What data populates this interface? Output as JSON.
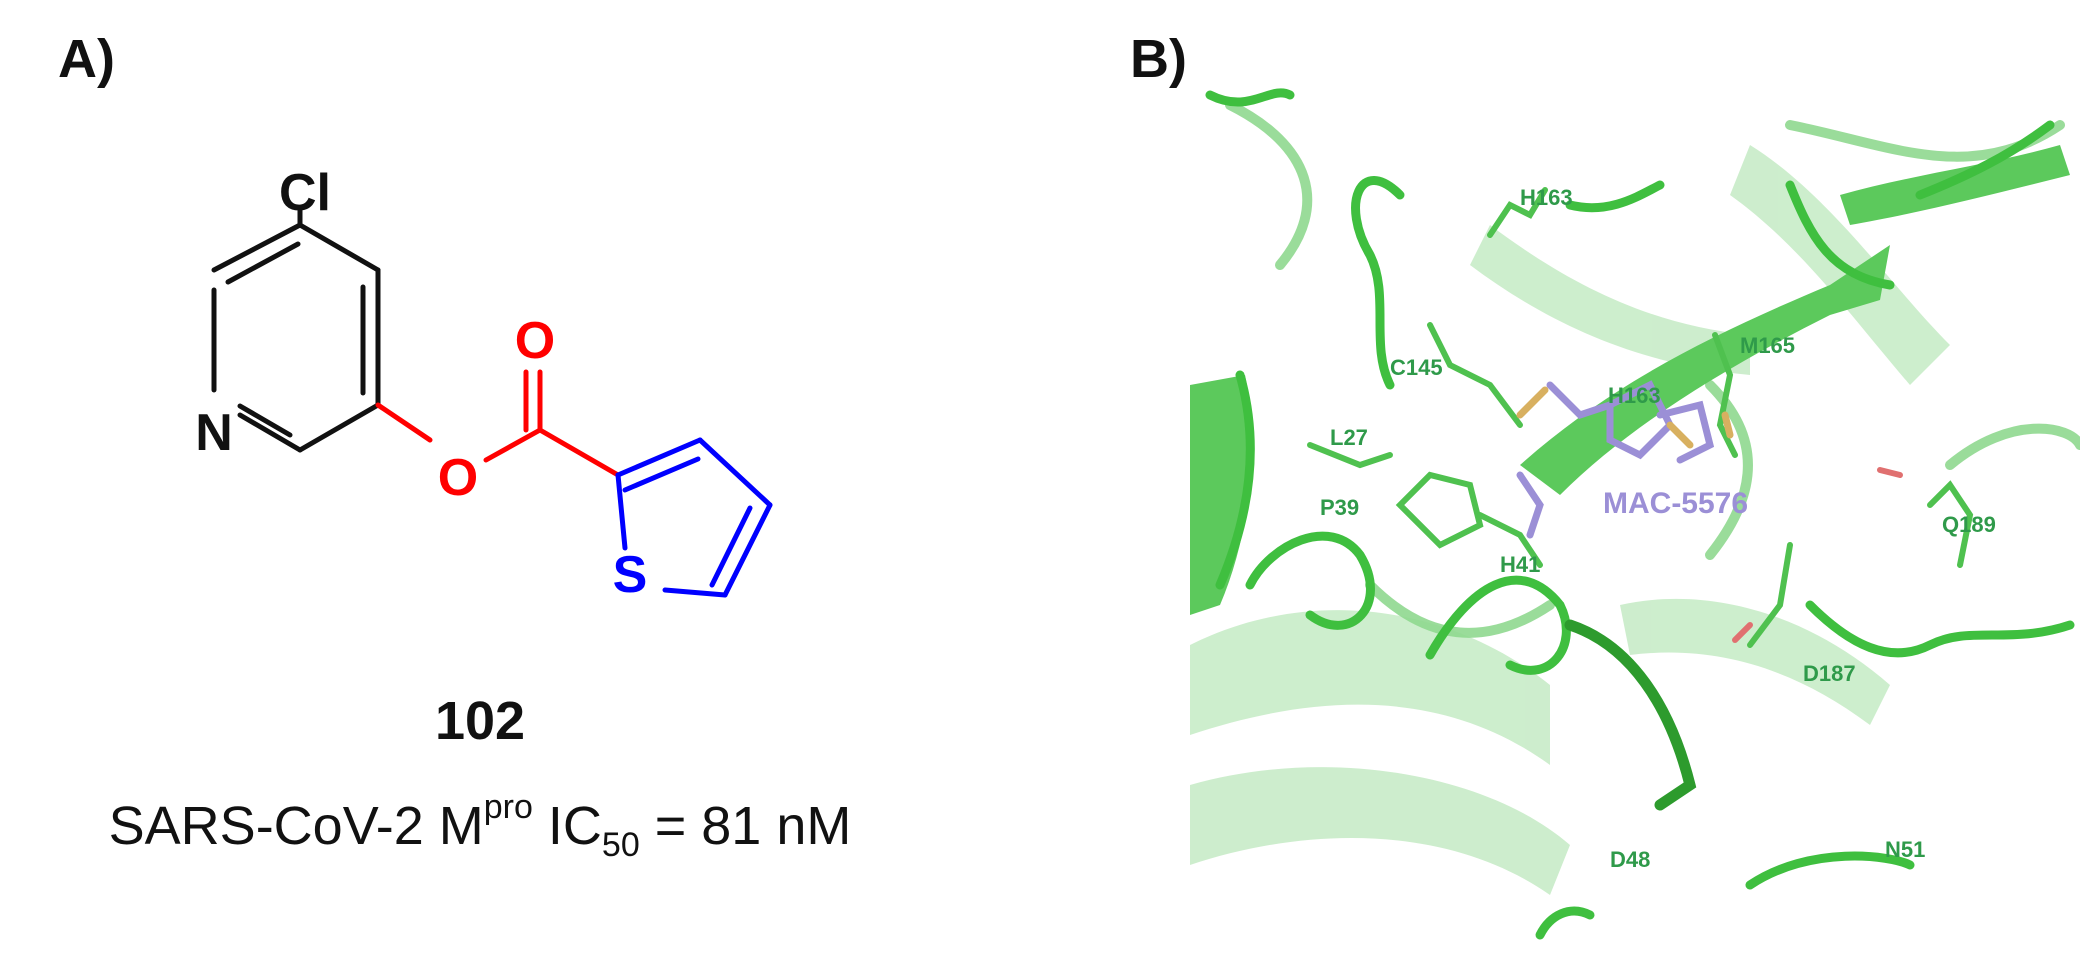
{
  "panels": {
    "a_label": "A)",
    "b_label": "B)"
  },
  "compound": {
    "id": "102",
    "activity_prefix": "SARS-CoV-2 M",
    "activity_sup": "pro",
    "activity_mid": " IC",
    "activity_sub": "50",
    "activity_suffix": " = 81 nM",
    "atoms": {
      "cl": "Cl",
      "n": "N",
      "o_carbonyl": "O",
      "o_ester": "O",
      "s": "S"
    }
  },
  "docking": {
    "ligand": "MAC-5576",
    "residues": {
      "h163_top": "H163",
      "c145": "C145",
      "m165": "M165",
      "h163_mid": "H163",
      "l27": "L27",
      "p39": "P39",
      "h41": "H41",
      "q189": "Q189",
      "d187": "D187",
      "d48": "D48",
      "n51": "N51"
    }
  },
  "colors": {
    "bond_black": "#111111",
    "ester_red": "#ff0000",
    "thiophene_blue": "#0000ff",
    "protein_green": "#3fbf3f",
    "ligand_purple": "#9b8fd6"
  }
}
